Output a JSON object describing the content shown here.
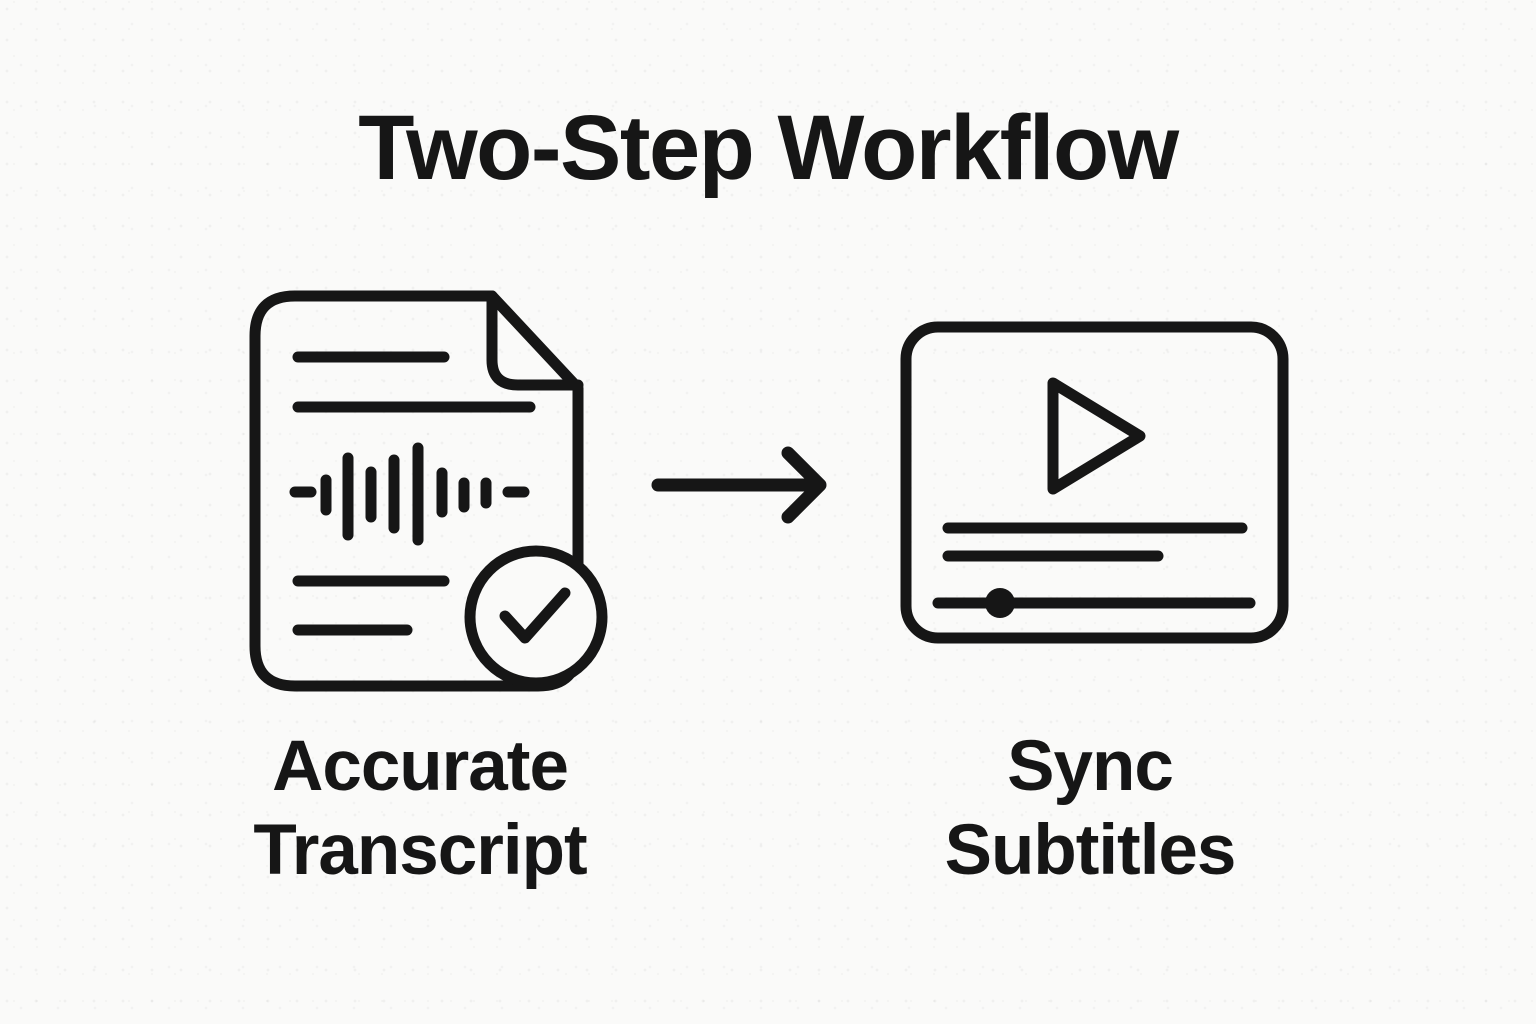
{
  "title": "Two-Step Workflow",
  "colors": {
    "ink": "#161616",
    "background": "#fafaf9"
  },
  "steps": [
    {
      "id": "step-1",
      "icon": "transcript-document-checked-icon",
      "label": "Accurate Transcript",
      "label_lines": [
        "Accurate",
        "Transcript"
      ]
    },
    {
      "id": "step-2",
      "icon": "video-player-subtitles-icon",
      "label": "Sync Subtitles",
      "label_lines": [
        "Sync",
        "Subtitles"
      ]
    }
  ],
  "connector": {
    "icon": "right-arrow-icon",
    "direction": "left-to-right"
  }
}
